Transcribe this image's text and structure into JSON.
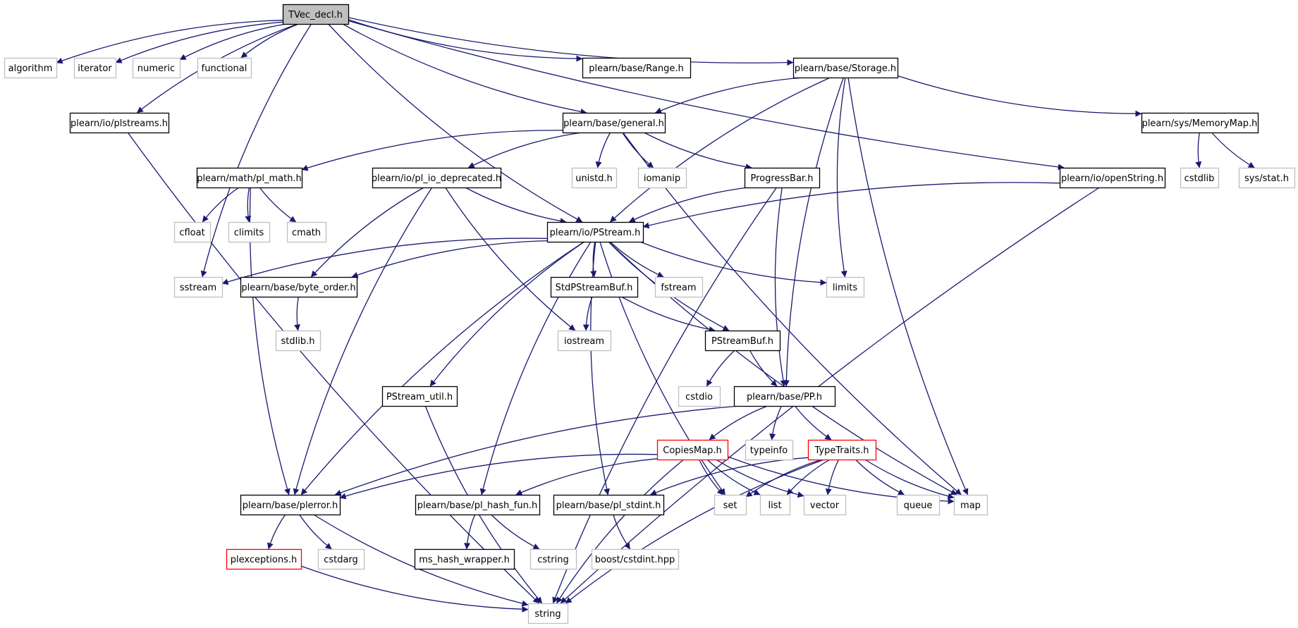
{
  "graph": {
    "nodes": [
      {
        "id": "root",
        "label": "TVec_decl.h",
        "style": "root"
      },
      {
        "id": "algorithm",
        "label": "algorithm",
        "style": "ext"
      },
      {
        "id": "iterator",
        "label": "iterator",
        "style": "ext"
      },
      {
        "id": "numeric",
        "label": "numeric",
        "style": "ext"
      },
      {
        "id": "functional",
        "label": "functional",
        "style": "ext"
      },
      {
        "id": "range",
        "label": "plearn/base/Range.h",
        "style": "normal"
      },
      {
        "id": "storage",
        "label": "plearn/base/Storage.h",
        "style": "normal"
      },
      {
        "id": "plstreams",
        "label": "plearn/io/plstreams.h",
        "style": "normal"
      },
      {
        "id": "general",
        "label": "plearn/base/general.h",
        "style": "normal"
      },
      {
        "id": "memorymap",
        "label": "plearn/sys/MemoryMap.h",
        "style": "normal"
      },
      {
        "id": "plmath",
        "label": "plearn/math/pl_math.h",
        "style": "normal"
      },
      {
        "id": "pliodep",
        "label": "plearn/io/pl_io_deprecated.h",
        "style": "normal"
      },
      {
        "id": "unistd",
        "label": "unistd.h",
        "style": "ext"
      },
      {
        "id": "iomanip",
        "label": "iomanip",
        "style": "ext"
      },
      {
        "id": "progressbar",
        "label": "ProgressBar.h",
        "style": "normal"
      },
      {
        "id": "openstring",
        "label": "plearn/io/openString.h",
        "style": "normal"
      },
      {
        "id": "cstdlib",
        "label": "cstdlib",
        "style": "ext"
      },
      {
        "id": "sysstat",
        "label": "sys/stat.h",
        "style": "ext"
      },
      {
        "id": "cfloat",
        "label": "cfloat",
        "style": "ext"
      },
      {
        "id": "climits",
        "label": "climits",
        "style": "ext"
      },
      {
        "id": "cmath",
        "label": "cmath",
        "style": "ext"
      },
      {
        "id": "pstream",
        "label": "plearn/io/PStream.h",
        "style": "normal"
      },
      {
        "id": "sstream",
        "label": "sstream",
        "style": "ext"
      },
      {
        "id": "byteorder",
        "label": "plearn/base/byte_order.h",
        "style": "normal"
      },
      {
        "id": "stdpsbuf",
        "label": "StdPStreamBuf.h",
        "style": "normal"
      },
      {
        "id": "fstream",
        "label": "fstream",
        "style": "ext"
      },
      {
        "id": "limits",
        "label": "limits",
        "style": "ext"
      },
      {
        "id": "stdlibh",
        "label": "stdlib.h",
        "style": "ext"
      },
      {
        "id": "iostream",
        "label": "iostream",
        "style": "ext"
      },
      {
        "id": "psbuf",
        "label": "PStreamBuf.h",
        "style": "normal"
      },
      {
        "id": "psutil",
        "label": "PStream_util.h",
        "style": "normal"
      },
      {
        "id": "cstdio",
        "label": "cstdio",
        "style": "ext"
      },
      {
        "id": "pp",
        "label": "plearn/base/PP.h",
        "style": "normal"
      },
      {
        "id": "copiesmap",
        "label": "CopiesMap.h",
        "style": "red"
      },
      {
        "id": "typeinfo",
        "label": "typeinfo",
        "style": "ext"
      },
      {
        "id": "typetraits",
        "label": "TypeTraits.h",
        "style": "red"
      },
      {
        "id": "plerror",
        "label": "plearn/base/plerror.h",
        "style": "normal"
      },
      {
        "id": "plhashfun",
        "label": "plearn/base/pl_hash_fun.h",
        "style": "normal"
      },
      {
        "id": "plstdint",
        "label": "plearn/base/pl_stdint.h",
        "style": "normal"
      },
      {
        "id": "set",
        "label": "set",
        "style": "ext"
      },
      {
        "id": "list",
        "label": "list",
        "style": "ext"
      },
      {
        "id": "vector",
        "label": "vector",
        "style": "ext"
      },
      {
        "id": "queue",
        "label": "queue",
        "style": "ext"
      },
      {
        "id": "map",
        "label": "map",
        "style": "ext"
      },
      {
        "id": "plexceptions",
        "label": "plexceptions.h",
        "style": "red"
      },
      {
        "id": "cstdarg",
        "label": "cstdarg",
        "style": "ext"
      },
      {
        "id": "mshash",
        "label": "ms_hash_wrapper.h",
        "style": "normal"
      },
      {
        "id": "cstring",
        "label": "cstring",
        "style": "ext"
      },
      {
        "id": "boostcstdint",
        "label": "boost/cstdint.hpp",
        "style": "ext"
      },
      {
        "id": "string",
        "label": "string",
        "style": "ext"
      }
    ],
    "edges": [
      [
        "root",
        "algorithm"
      ],
      [
        "root",
        "iterator"
      ],
      [
        "root",
        "numeric"
      ],
      [
        "root",
        "functional"
      ],
      [
        "root",
        "range"
      ],
      [
        "root",
        "storage"
      ],
      [
        "root",
        "plstreams"
      ],
      [
        "root",
        "general"
      ],
      [
        "root",
        "sstream"
      ],
      [
        "root",
        "pstream"
      ],
      [
        "root",
        "openstring"
      ],
      [
        "storage",
        "general"
      ],
      [
        "storage",
        "memorymap"
      ],
      [
        "storage",
        "pstream"
      ],
      [
        "storage",
        "limits"
      ],
      [
        "storage",
        "pp"
      ],
      [
        "storage",
        "map"
      ],
      [
        "plstreams",
        "string"
      ],
      [
        "general",
        "plmath"
      ],
      [
        "general",
        "pliodep"
      ],
      [
        "general",
        "unistd"
      ],
      [
        "general",
        "iomanip"
      ],
      [
        "general",
        "progressbar"
      ],
      [
        "general",
        "map"
      ],
      [
        "memorymap",
        "cstdlib"
      ],
      [
        "memorymap",
        "sysstat"
      ],
      [
        "openstring",
        "pstream"
      ],
      [
        "openstring",
        "string"
      ],
      [
        "plmath",
        "cfloat"
      ],
      [
        "plmath",
        "climits"
      ],
      [
        "plmath",
        "cmath"
      ],
      [
        "plmath",
        "plerror"
      ],
      [
        "pliodep",
        "pstream"
      ],
      [
        "pliodep",
        "byteorder"
      ],
      [
        "pliodep",
        "iostream"
      ],
      [
        "pliodep",
        "plerror"
      ],
      [
        "progressbar",
        "pstream"
      ],
      [
        "progressbar",
        "pp"
      ],
      [
        "progressbar",
        "string"
      ],
      [
        "pstream",
        "sstream"
      ],
      [
        "pstream",
        "byteorder"
      ],
      [
        "pstream",
        "stdpsbuf"
      ],
      [
        "pstream",
        "fstream"
      ],
      [
        "pstream",
        "limits"
      ],
      [
        "pstream",
        "psbuf"
      ],
      [
        "pstream",
        "psutil"
      ],
      [
        "pstream",
        "plerror"
      ],
      [
        "pstream",
        "plhashfun"
      ],
      [
        "pstream",
        "plstdint"
      ],
      [
        "pstream",
        "set"
      ],
      [
        "pstream",
        "map"
      ],
      [
        "byteorder",
        "stdlibh"
      ],
      [
        "stdpsbuf",
        "iostream"
      ],
      [
        "stdpsbuf",
        "psbuf"
      ],
      [
        "psbuf",
        "cstdio"
      ],
      [
        "psbuf",
        "pp"
      ],
      [
        "psutil",
        "string"
      ],
      [
        "pp",
        "copiesmap"
      ],
      [
        "pp",
        "typeinfo"
      ],
      [
        "pp",
        "typetraits"
      ],
      [
        "pp",
        "plerror"
      ],
      [
        "copiesmap",
        "plerror"
      ],
      [
        "copiesmap",
        "plhashfun"
      ],
      [
        "copiesmap",
        "set"
      ],
      [
        "copiesmap",
        "list"
      ],
      [
        "copiesmap",
        "vector"
      ],
      [
        "copiesmap",
        "map"
      ],
      [
        "copiesmap",
        "string"
      ],
      [
        "typetraits",
        "plstdint"
      ],
      [
        "typetraits",
        "set"
      ],
      [
        "typetraits",
        "list"
      ],
      [
        "typetraits",
        "vector"
      ],
      [
        "typetraits",
        "queue"
      ],
      [
        "typetraits",
        "map"
      ],
      [
        "typetraits",
        "string"
      ],
      [
        "plerror",
        "plexceptions"
      ],
      [
        "plerror",
        "cstdarg"
      ],
      [
        "plerror",
        "string"
      ],
      [
        "plhashfun",
        "mshash"
      ],
      [
        "plhashfun",
        "cstring"
      ],
      [
        "plstdint",
        "boostcstdint"
      ],
      [
        "plexceptions",
        "string"
      ]
    ]
  }
}
